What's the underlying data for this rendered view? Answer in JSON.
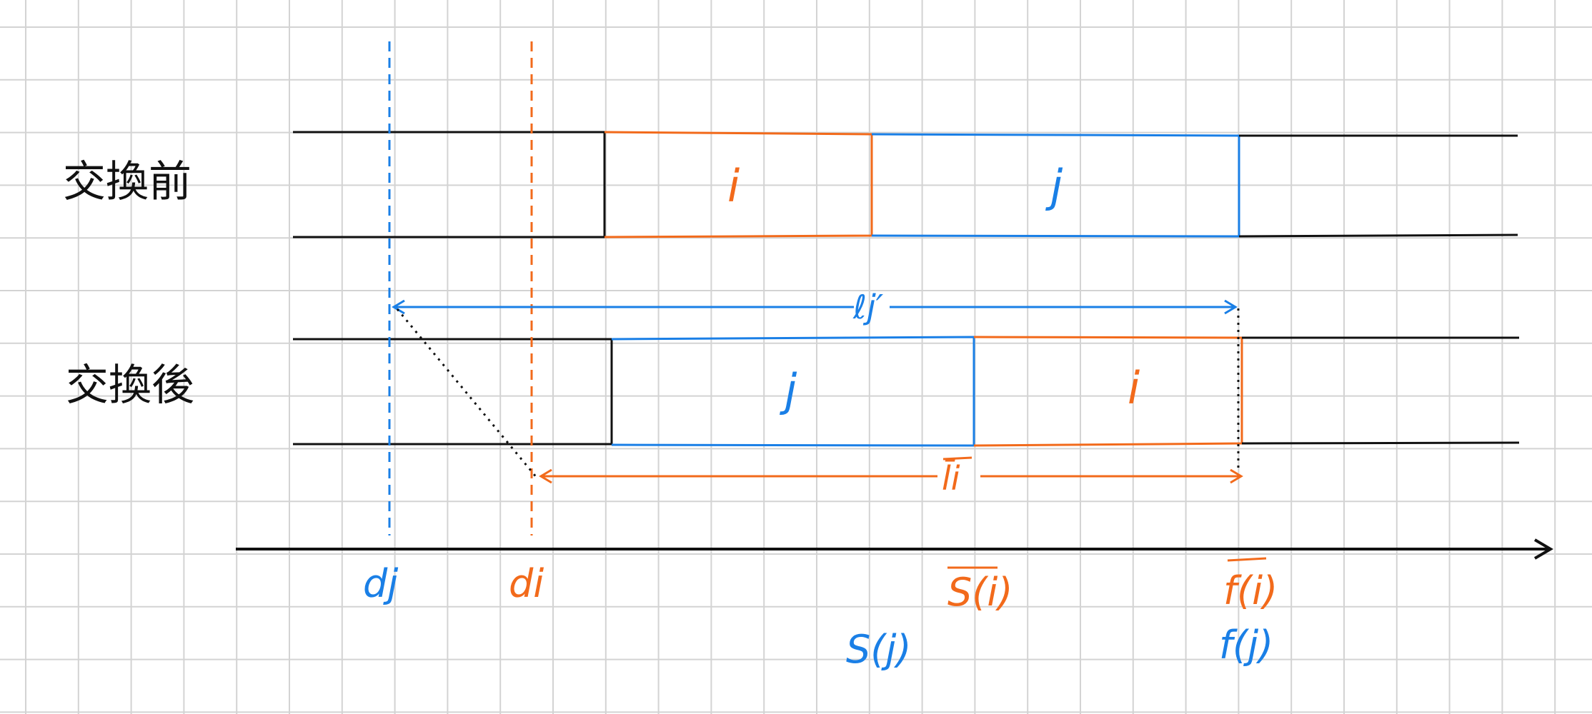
{
  "colors": {
    "job_i": "#f26a1b",
    "job_j": "#1a7fe6",
    "line": "#111111",
    "grid": "#d3d3d3"
  },
  "rows": {
    "before": "交換前",
    "after": "交換後"
  },
  "jobs": {
    "before_i": "i",
    "before_j": "j",
    "after_j": "j",
    "after_i": "i"
  },
  "arrows": {
    "upper_label": "ℓj′",
    "lower_label": "l̄i"
  },
  "axis_labels": {
    "dj": "dj",
    "di": "di",
    "s_bar_i": "S(i)",
    "f_bar_i": "f(i)",
    "s_j": "S(j)",
    "f_j": "f(j)"
  }
}
